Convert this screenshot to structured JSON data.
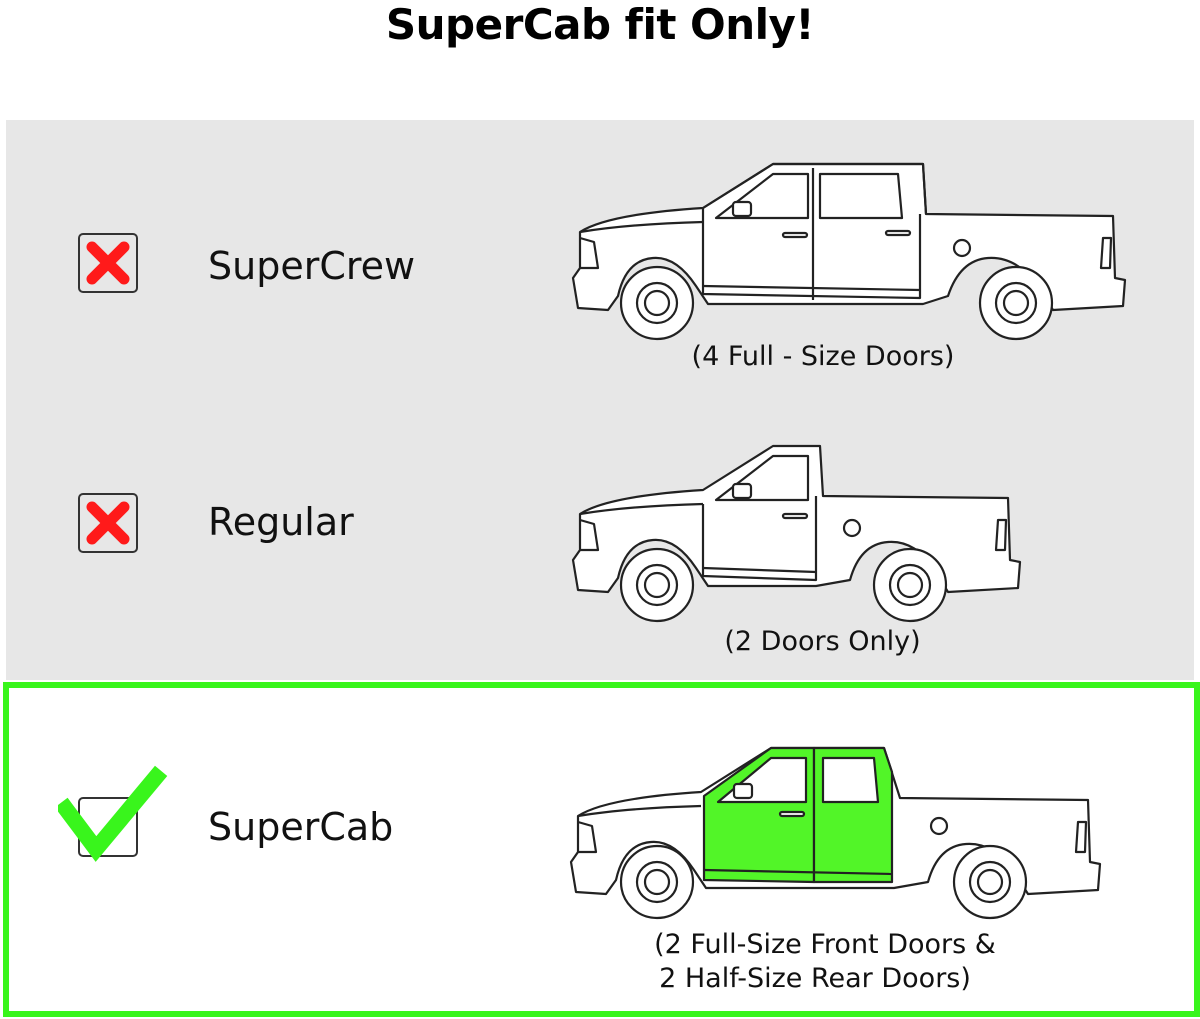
{
  "title": "SuperCab fit Only!",
  "colors": {
    "fit_green": "#39f51c",
    "cross_red": "#ff1a1a",
    "panel_gray": "#e7e7e7"
  },
  "options": [
    {
      "label": "SuperCrew",
      "caption": "(4 Full - Size Doors)",
      "fits": false,
      "status_icon": "x-icon"
    },
    {
      "label": "Regular",
      "caption": "(2 Doors Only)",
      "fits": false,
      "status_icon": "x-icon"
    },
    {
      "label": "SuperCab",
      "caption_line1": "(2 Full-Size Front Doors &",
      "caption_line2": "2 Half-Size Rear Doors)",
      "fits": true,
      "status_icon": "checkmark-icon"
    }
  ]
}
